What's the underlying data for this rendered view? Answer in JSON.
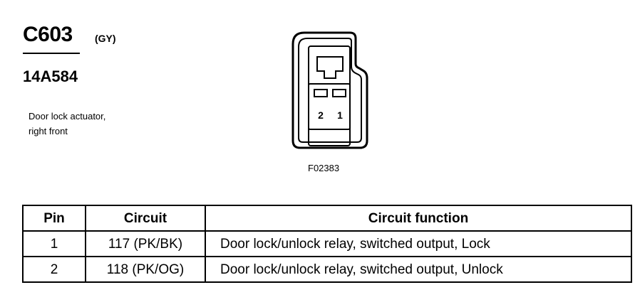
{
  "connector": {
    "id": "C603",
    "color_code": "(GY)",
    "part_number": "14A584",
    "description_lines": [
      "Door lock actuator,",
      "right front"
    ],
    "figure_code": "F02383",
    "pin_labels": [
      "2",
      "1"
    ]
  },
  "table": {
    "headers": [
      "Pin",
      "Circuit",
      "Circuit function"
    ],
    "rows": [
      [
        "1",
        "117 (PK/BK)",
        "Door lock/unlock relay, switched output, Lock"
      ],
      [
        "2",
        "118 (PK/OG)",
        "Door lock/unlock relay, switched output, Unlock"
      ]
    ]
  }
}
